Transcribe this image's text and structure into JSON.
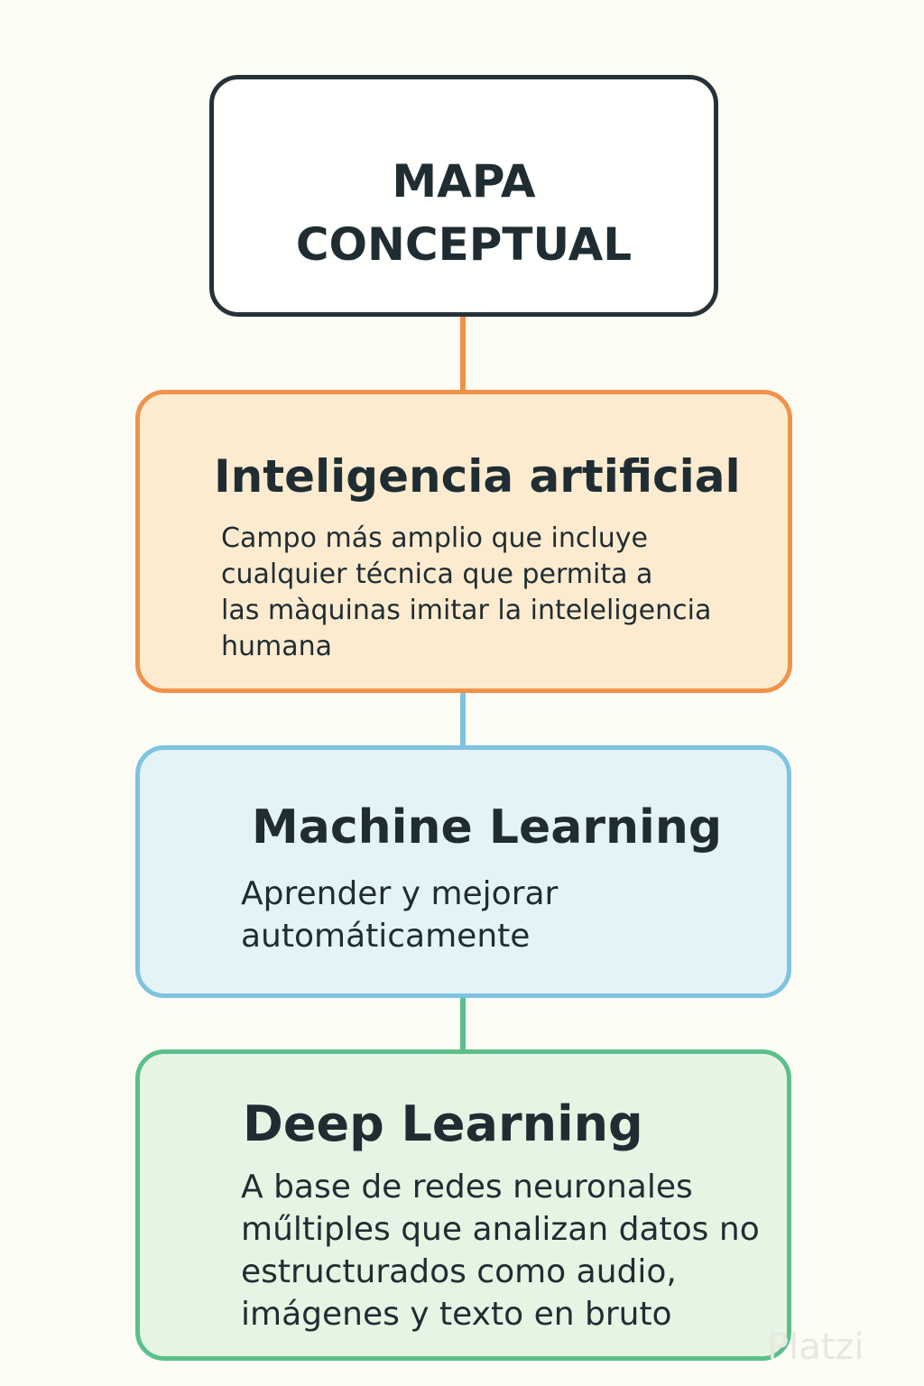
{
  "root": {
    "title": "MAPA\nCONCEPTUAL"
  },
  "nodes": [
    {
      "title": "Inteligencia artificial",
      "description": "  Campo más amplio que incluye\ncualquier técnica que permita a\nlas màquinas imitar la inteleligencia\nhumana",
      "color": "#f0924a"
    },
    {
      "title": "Machine Learning",
      "description": "Aprender y mejorar\nautomáticamente",
      "color": "#7ec3e0"
    },
    {
      "title": "Deep Learning",
      "description": "A base de redes neuronales\nműltiples que analizan datos no\nestructurados como audio,\nimágenes y texto en bruto",
      "color": "#5cbf8a"
    }
  ],
  "watermark": "Platzi"
}
